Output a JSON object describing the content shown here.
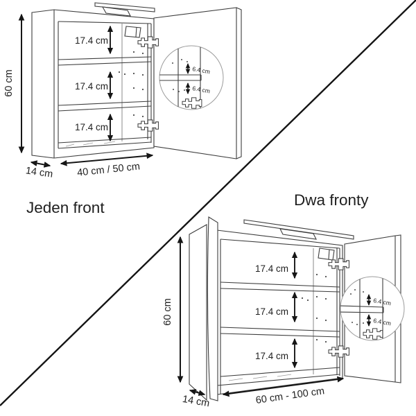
{
  "colors": {
    "line": "#3d3d3d",
    "dimension_arrow": "#161616",
    "text": "#1f1f1f",
    "background": "#ffffff"
  },
  "cab1": {
    "title": "Jeden front",
    "height": "60 cm",
    "depth": "14 cm",
    "width": "40 cm / 50 cm",
    "sections": [
      "17.4 cm",
      "17.4 cm",
      "17.4 cm"
    ],
    "detail": [
      "6.4 cm",
      "6.4 cm"
    ]
  },
  "cab2": {
    "title": "Dwa fronty",
    "height": "60 cm",
    "depth": "14 cm",
    "width": "60 cm - 100 cm",
    "sections": [
      "17.4 cm",
      "17.4 cm",
      "17.4 cm"
    ],
    "detail": [
      "6.4 cm",
      "6.4 cm"
    ]
  }
}
